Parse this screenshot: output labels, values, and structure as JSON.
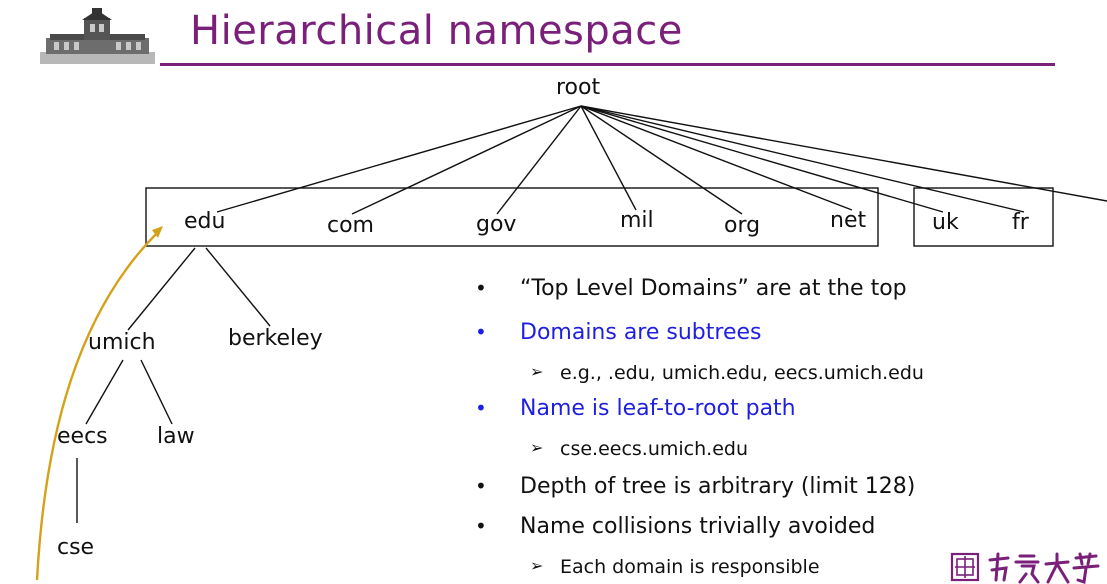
{
  "slide": {
    "title": "Hierarchical namespace",
    "logo_icon": "campus-building-logo",
    "university_seal_icon": "nanjing-university-seal",
    "university_seal_text": "南京大学"
  },
  "tree": {
    "root": "root",
    "tld_group": [
      "edu",
      "com",
      "gov",
      "mil",
      "org",
      "net"
    ],
    "country_group": [
      "uk",
      "fr"
    ],
    "edu_children": [
      "umich",
      "berkeley"
    ],
    "umich_children": [
      "eecs",
      "law"
    ],
    "eecs_children": [
      "cse"
    ]
  },
  "bullets": [
    {
      "text": "“Top Level Domains” are at the top",
      "color": "#111111"
    },
    {
      "text": "Domains are subtrees",
      "color": "#1f1fe0",
      "sub": "e.g., .edu, umich.edu, eecs.umich.edu"
    },
    {
      "text": "Name is leaf-to-root path",
      "color": "#1f1fe0",
      "sub": "cse.eecs.umich.edu"
    },
    {
      "text": "Depth of tree is arbitrary (limit 128)",
      "color": "#111111"
    },
    {
      "text": "Name collisions trivially avoided",
      "color": "#111111",
      "sub": "Each domain is responsible"
    }
  ],
  "colors": {
    "title": "#7a1f7a",
    "arrow": "#d4a21a",
    "accent": "#1f1fe0"
  }
}
